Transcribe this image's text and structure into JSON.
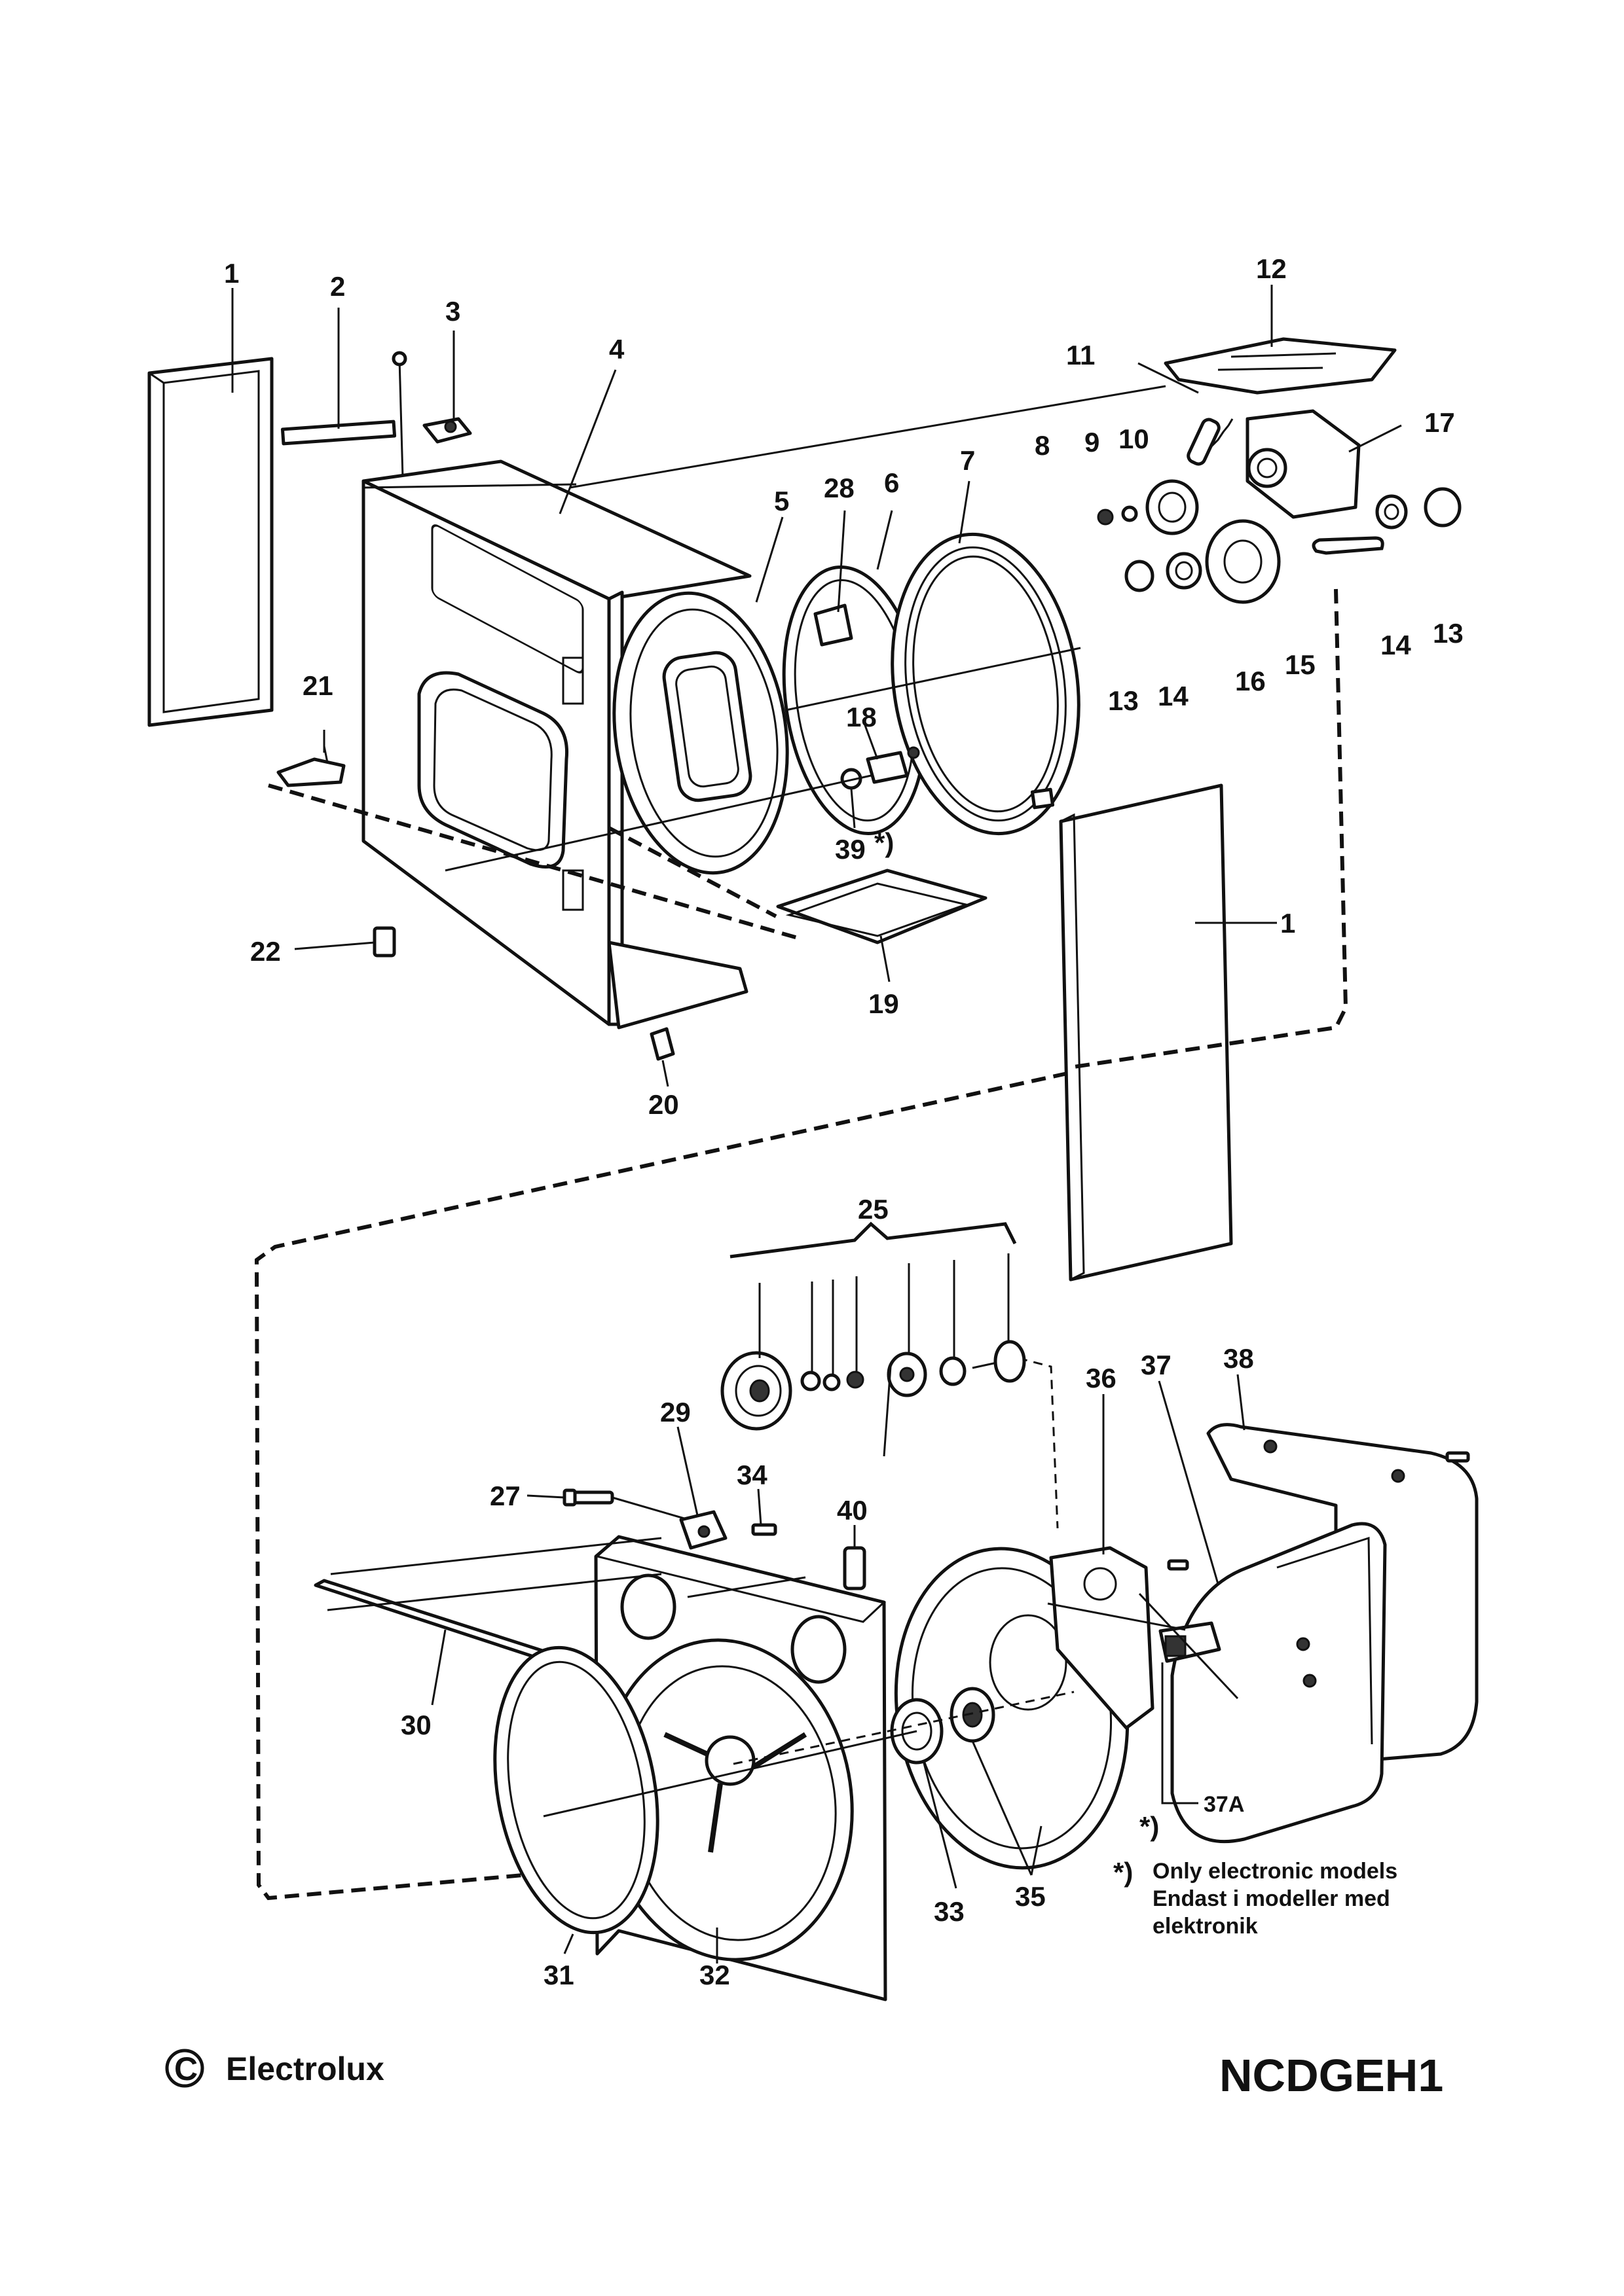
{
  "diagram": {
    "brand": "Electrolux",
    "copyright_symbol": "C",
    "model_code": "NCDGEH1",
    "footnote": {
      "marker": "*)",
      "lines": [
        "Only electronic models",
        "Endast i modeller med",
        "elektronik"
      ]
    },
    "callouts": {
      "c1a": "1",
      "c2": "2",
      "c3": "3",
      "c4": "4",
      "c5": "5",
      "c28": "28",
      "c6": "6",
      "c7": "7",
      "c8": "8",
      "c9": "9",
      "c10": "10",
      "c11": "11",
      "c12": "12",
      "c17": "17",
      "c13a": "13",
      "c14a": "14",
      "c16": "16",
      "c15": "15",
      "c14b": "14",
      "c13b": "13",
      "c18": "18",
      "c39": "39",
      "c39mark": "*)",
      "c21": "21",
      "c22": "22",
      "c19": "19",
      "c20": "20",
      "c1b": "1",
      "c25": "25",
      "c29": "29",
      "c27": "27",
      "c34": "34",
      "c40": "40",
      "c36": "36",
      "c37": "37",
      "c38": "38",
      "c30": "30",
      "c31": "31",
      "c32": "32",
      "c33": "33",
      "c35": "35",
      "c37a": "37A",
      "c37amark": "*)"
    }
  }
}
